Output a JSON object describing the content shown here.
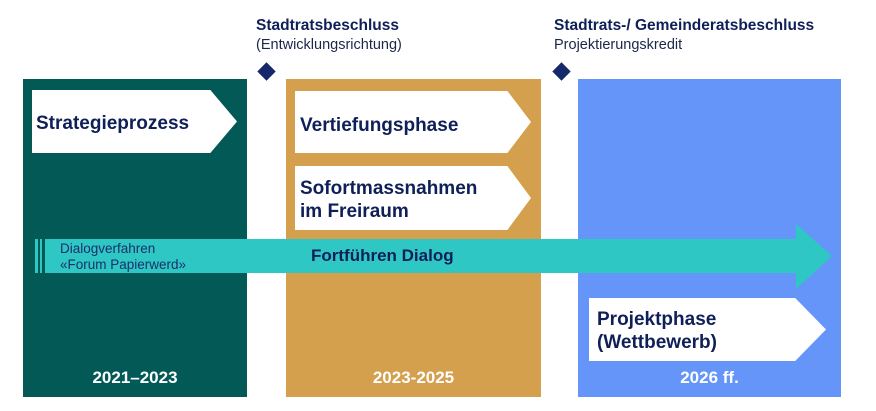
{
  "colors": {
    "panel_2021": "#025956",
    "panel_2023": "#d4a04e",
    "panel_2026": "#6595f8",
    "dialog_arrow": "#2ec7c4",
    "text_dark": "#0f1f57",
    "milestone_diamond": "#14286a"
  },
  "milestones": [
    {
      "title": "Stadtratsbeschluss",
      "subtitle": "(Entwicklungsrichtung)",
      "icon": "diamond-icon"
    },
    {
      "title": "Stadtrats-/ Gemeinderatsbeschluss",
      "subtitle": "Projektierungskredit",
      "icon": "diamond-icon"
    }
  ],
  "phases": [
    {
      "period": "2021–2023",
      "steps": [
        "Strategieprozess"
      ]
    },
    {
      "period": "2023-2025",
      "steps": [
        "Vertiefungsphase",
        "Sofortmassnahmen",
        "im Freiraum"
      ]
    },
    {
      "period": "2026 ff.",
      "steps": [
        "Projektphase",
        "(Wettbewerb)"
      ]
    }
  ],
  "dialog": {
    "start_line1": "Dialogverfahren",
    "start_line2": "«Forum Papierwerd»",
    "continuation": "Fortführen Dialog"
  }
}
